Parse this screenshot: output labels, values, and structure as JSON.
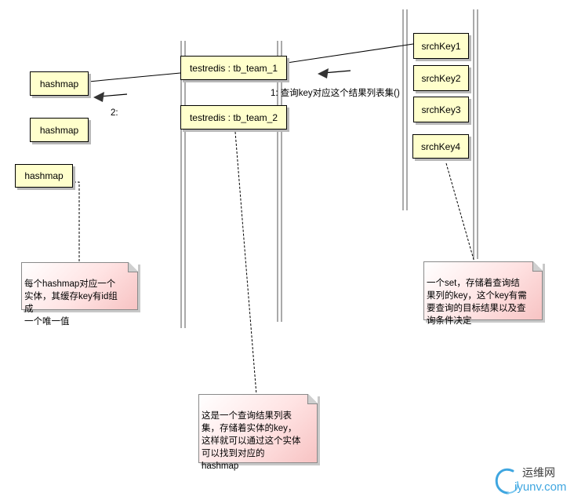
{
  "lifelines": {
    "team1": "testredis : tb_team_1",
    "team2": "testredis : tb_team_2"
  },
  "keys": [
    "srchKey1",
    "srchKey2",
    "srchKey3",
    "srchKey4"
  ],
  "hashmaps": [
    "hashmap",
    "hashmap",
    "hashmap"
  ],
  "messages": {
    "msg1": "1: 查询key对应这个结果列表集()",
    "msg2": "2:"
  },
  "notes": {
    "hashmap_note": "每个hashmap对应一个\n实体，其缓存key有id组成\n一个唯一值",
    "result_note": "这是一个查询结果列表\n集，存储着实体的key，\n这样就可以通过这个实体\n可以找到对应的\nhashmap",
    "key_note": "一个set，存储着查询结\n果列的key，这个key有需\n要查询的目标结果以及查\n询条件决定"
  },
  "watermark": {
    "name": "运维网",
    "url": "iyunv.com"
  }
}
